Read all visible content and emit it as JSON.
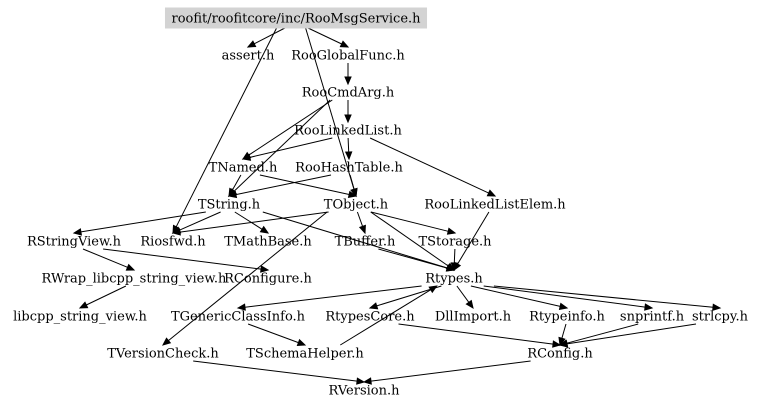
{
  "root": "roofit/roofitcore/inc/RooMsgService.h",
  "nodes": [
    {
      "id": "root",
      "label": "roofit/roofitcore/inc/RooMsgService.h",
      "highlighted": true
    },
    {
      "id": "assert",
      "label": "assert.h"
    },
    {
      "id": "RooGlobalFunc",
      "label": "RooGlobalFunc.h"
    },
    {
      "id": "RooCmdArg",
      "label": "RooCmdArg.h"
    },
    {
      "id": "RooLinkedList",
      "label": "RooLinkedList.h"
    },
    {
      "id": "TNamed",
      "label": "TNamed.h"
    },
    {
      "id": "RooHashTable",
      "label": "RooHashTable.h"
    },
    {
      "id": "TString",
      "label": "TString.h"
    },
    {
      "id": "TObject",
      "label": "TObject.h"
    },
    {
      "id": "RooLinkedListElem",
      "label": "RooLinkedListElem.h"
    },
    {
      "id": "RStringView",
      "label": "RStringView.h"
    },
    {
      "id": "Riosfwd",
      "label": "Riosfwd.h"
    },
    {
      "id": "TMathBase",
      "label": "TMathBase.h"
    },
    {
      "id": "TBuffer",
      "label": "TBuffer.h"
    },
    {
      "id": "TStorage",
      "label": "TStorage.h"
    },
    {
      "id": "RWrap",
      "label": "RWrap_libcpp_string_view.h"
    },
    {
      "id": "RConfigure",
      "label": "RConfigure.h"
    },
    {
      "id": "Rtypes",
      "label": "Rtypes.h"
    },
    {
      "id": "libcpp",
      "label": "libcpp_string_view.h"
    },
    {
      "id": "TGenericClassInfo",
      "label": "TGenericClassInfo.h"
    },
    {
      "id": "RtypesCore",
      "label": "RtypesCore.h"
    },
    {
      "id": "DllImport",
      "label": "DllImport.h"
    },
    {
      "id": "Rtypeinfo",
      "label": "Rtypeinfo.h"
    },
    {
      "id": "snprintf",
      "label": "snprintf.h"
    },
    {
      "id": "strlcpy",
      "label": "strlcpy.h"
    },
    {
      "id": "TVersionCheck",
      "label": "TVersionCheck.h"
    },
    {
      "id": "TSchemaHelper",
      "label": "TSchemaHelper.h"
    },
    {
      "id": "RConfig",
      "label": "RConfig.h"
    },
    {
      "id": "RVersion",
      "label": "RVersion.h"
    }
  ],
  "edges": [
    [
      "root",
      "assert"
    ],
    [
      "root",
      "RooGlobalFunc"
    ],
    [
      "root",
      "Riosfwd"
    ],
    [
      "root",
      "TObject"
    ],
    [
      "RooGlobalFunc",
      "RooCmdArg"
    ],
    [
      "RooCmdArg",
      "RooLinkedList"
    ],
    [
      "RooCmdArg",
      "TNamed"
    ],
    [
      "RooCmdArg",
      "TString"
    ],
    [
      "RooLinkedList",
      "TNamed"
    ],
    [
      "RooLinkedList",
      "RooHashTable"
    ],
    [
      "RooLinkedList",
      "RooLinkedListElem"
    ],
    [
      "TNamed",
      "TString"
    ],
    [
      "TNamed",
      "TObject"
    ],
    [
      "RooHashTable",
      "TString"
    ],
    [
      "RooHashTable",
      "TObject"
    ],
    [
      "TString",
      "RStringView"
    ],
    [
      "TString",
      "Riosfwd"
    ],
    [
      "TString",
      "TMathBase"
    ],
    [
      "TString",
      "Rtypes"
    ],
    [
      "TObject",
      "Riosfwd"
    ],
    [
      "TObject",
      "TBuffer"
    ],
    [
      "TObject",
      "TStorage"
    ],
    [
      "TObject",
      "Rtypes"
    ],
    [
      "TObject",
      "TVersionCheck"
    ],
    [
      "RooLinkedListElem",
      "Rtypes"
    ],
    [
      "RStringView",
      "RWrap"
    ],
    [
      "RStringView",
      "RConfigure"
    ],
    [
      "RWrap",
      "libcpp"
    ],
    [
      "TBuffer",
      "Rtypes"
    ],
    [
      "TStorage",
      "Rtypes"
    ],
    [
      "Rtypes",
      "RtypesCore"
    ],
    [
      "Rtypes",
      "DllImport"
    ],
    [
      "Rtypes",
      "Rtypeinfo"
    ],
    [
      "Rtypes",
      "snprintf"
    ],
    [
      "Rtypes",
      "strlcpy"
    ],
    [
      "Rtypes",
      "TGenericClassInfo"
    ],
    [
      "TGenericClassInfo",
      "TSchemaHelper"
    ],
    [
      "TSchemaHelper",
      "Rtypes"
    ],
    [
      "RtypesCore",
      "RConfig"
    ],
    [
      "Rtypeinfo",
      "RConfig"
    ],
    [
      "snprintf",
      "RConfig"
    ],
    [
      "strlcpy",
      "RConfig"
    ],
    [
      "TVersionCheck",
      "RVersion"
    ],
    [
      "RConfig",
      "RVersion"
    ]
  ]
}
